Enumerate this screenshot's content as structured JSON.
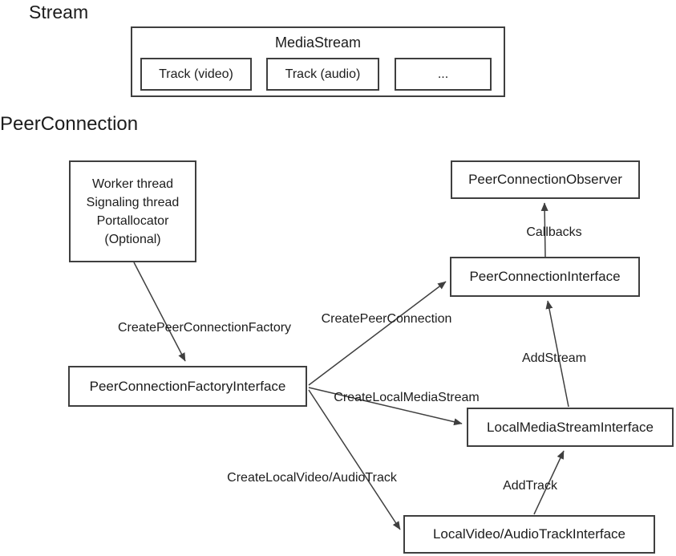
{
  "page": {
    "background_color": "#ffffff",
    "line_color": "#3f3f3f",
    "text_color": "#1c1c1c"
  },
  "stream_section": {
    "heading": "Stream",
    "mediastream": {
      "title": "MediaStream",
      "tracks": [
        "Track (video)",
        "Track (audio)",
        "..."
      ]
    }
  },
  "peerconnection_section": {
    "heading": "PeerConnection",
    "nodes": {
      "worker": {
        "lines": [
          "Worker thread",
          "Signaling thread",
          "Portallocator",
          "(Optional)"
        ]
      },
      "observer": {
        "label": "PeerConnectionObserver"
      },
      "interface": {
        "label": "PeerConnectionInterface"
      },
      "factory": {
        "label": "PeerConnectionFactoryInterface"
      },
      "local_media_stream": {
        "label": "LocalMediaStreamInterface"
      },
      "local_track": {
        "label": "LocalVideo/AudioTrackInterface"
      }
    },
    "edges": {
      "create_factory": "CreatePeerConnectionFactory",
      "create_peer_connection": "CreatePeerConnection",
      "callbacks": "Callbacks",
      "add_stream": "AddStream",
      "create_local_media_stream": "CreateLocalMediaStream",
      "create_local_track": "CreateLocalVideo/AudioTrack",
      "add_track": "AddTrack"
    }
  }
}
